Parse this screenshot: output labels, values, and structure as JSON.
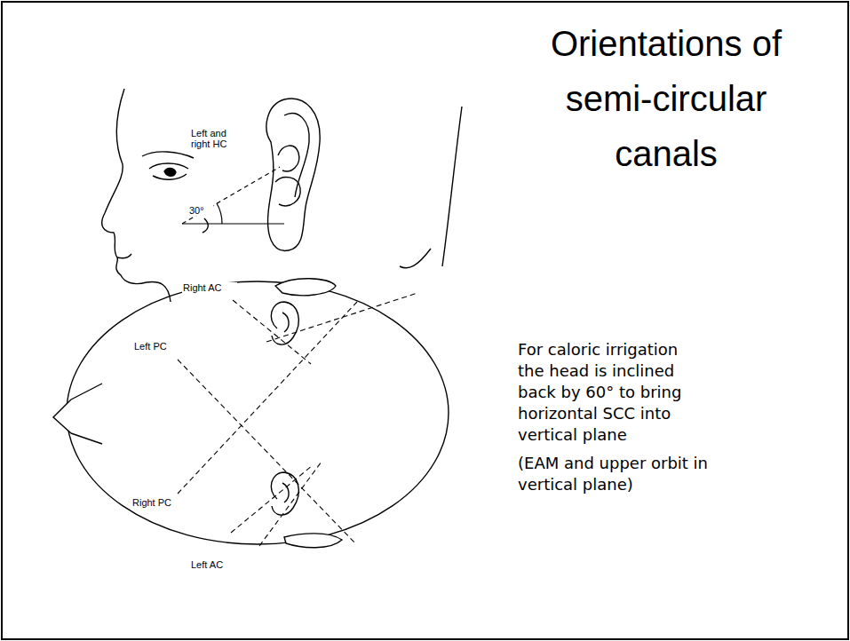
{
  "diagram": {
    "title": "Orientations of semi-circular canals",
    "labels": [
      "Left and right HC",
      "30°",
      "Right AC",
      "Left PC",
      "Right PC",
      "Left AC",
      "For caloric irrigation the head is inclined back by 60° to bring horizontal SCC into vertical plane",
      "(EAM and upper orbit in vertical plane)"
    ]
  }
}
